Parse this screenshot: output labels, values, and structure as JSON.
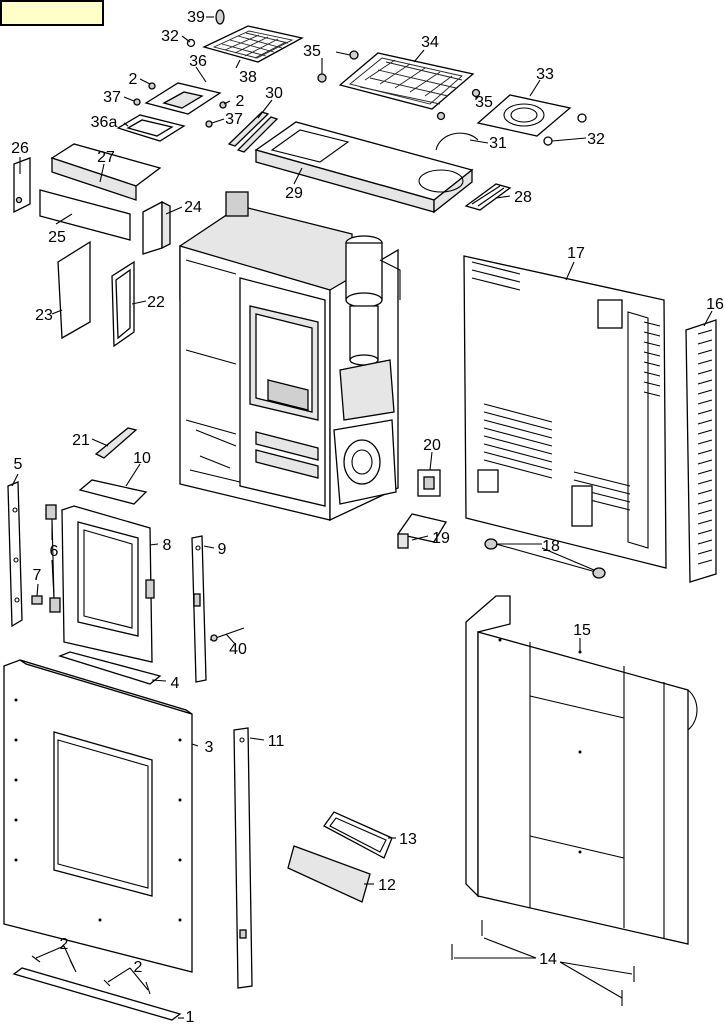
{
  "diagram": {
    "part_numbers": [
      "39",
      "32",
      "36",
      "38",
      "35",
      "34",
      "33",
      "2",
      "37",
      "2",
      "30",
      "36a",
      "37",
      "35",
      "31",
      "32",
      "26",
      "27",
      "29",
      "28",
      "24",
      "25",
      "17",
      "16",
      "23",
      "22",
      "21",
      "10",
      "20",
      "5",
      "6",
      "8",
      "9",
      "19",
      "18",
      "7",
      "40",
      "4",
      "15",
      "3",
      "11",
      "13",
      "12",
      "2",
      "2",
      "14",
      "1"
    ]
  },
  "colors": {
    "line": "#000000",
    "background": "#ffffff",
    "tag_fill": "#ffffc8",
    "part_fill": "#ffffff",
    "shade_fill": "#e6e6e6"
  }
}
